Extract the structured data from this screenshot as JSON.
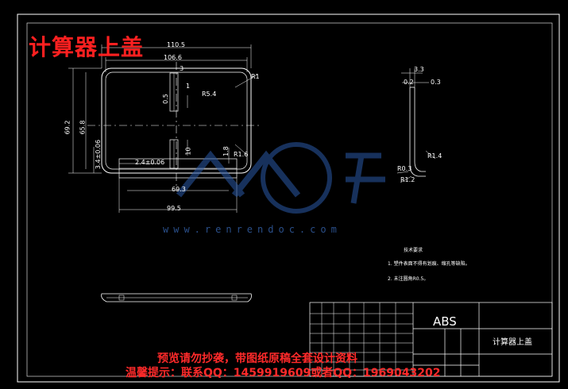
{
  "title": "计算器上盖",
  "watermark": {
    "line1": "预览请勿抄袭，带图纸原稿全套设计资料",
    "line2": "温馨提示：联系QQ：1459919609或者QQ：1969043202",
    "url": "www.renrendoc.com",
    "logo_text": "人人文库"
  },
  "dimensions": {
    "top_width": "110.5",
    "inner_width": "106.6",
    "left_height": "69.2",
    "inner_height": "65.8",
    "d3": "3",
    "d05": "0.5",
    "d1": "1",
    "r1": "R1",
    "r5": "R5.4",
    "d10": "10",
    "r16": "R1.6",
    "bottom_width": "99.5",
    "inner_bottom": "69.3",
    "tol": "2.4±0.06",
    "d34": "3.4±0.06",
    "d18": "1.8",
    "side_top": "3.3",
    "side_02": "0.2",
    "side_03": "0.3",
    "side_r14": "R1.4",
    "side_r03": "R0.3",
    "side_r12": "R1.2"
  },
  "notes": {
    "heading": "技术要求",
    "item1": "1. 塑件表面不得有划痕、缩孔等缺陷。",
    "item2": "2. 未注圆角R0.5。"
  },
  "title_block": {
    "material": "ABS",
    "part_name": "计算器上盖"
  }
}
